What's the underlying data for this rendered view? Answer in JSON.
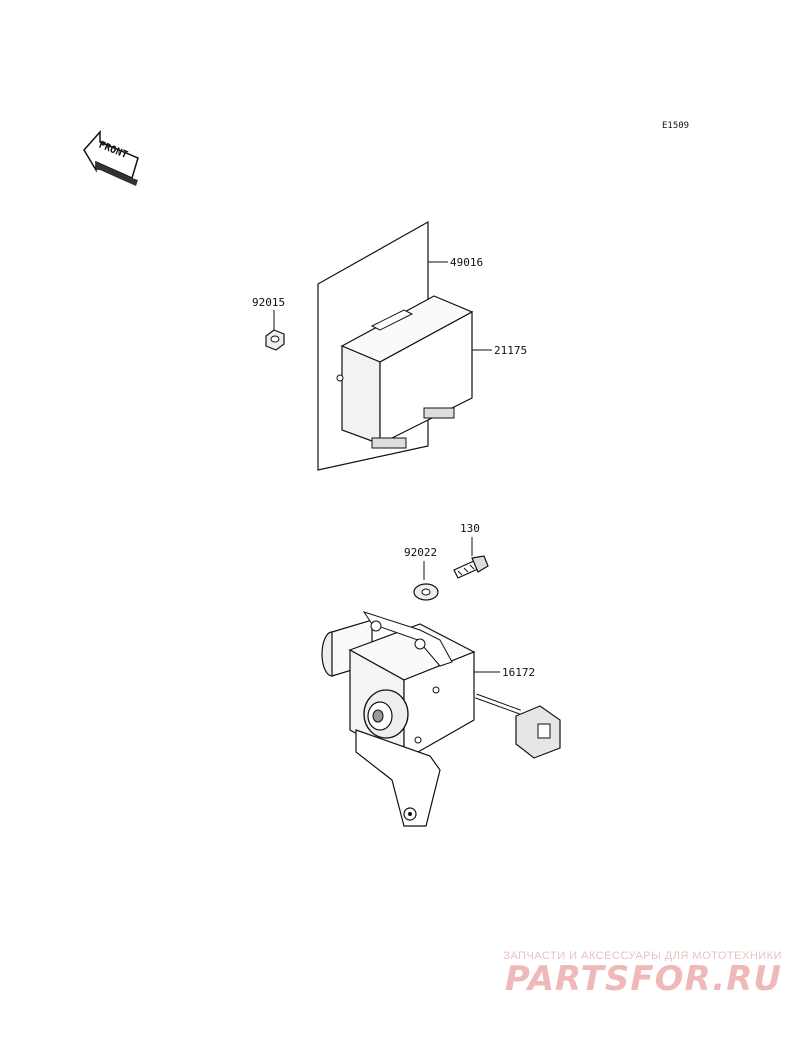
{
  "diagram": {
    "code": "E1509",
    "front_arrow_label": "FRONT",
    "parts": [
      {
        "number": "49016"
      },
      {
        "number": "92015"
      },
      {
        "number": "21175"
      },
      {
        "number": "130"
      },
      {
        "number": "92022"
      },
      {
        "number": "16172"
      }
    ]
  },
  "watermark": {
    "subtitle": "ЗАПЧАСТИ И АКСЕССУАРЫ ДЛЯ МОТОТЕХНИКИ",
    "brand": "PARTSFOR.RU"
  }
}
